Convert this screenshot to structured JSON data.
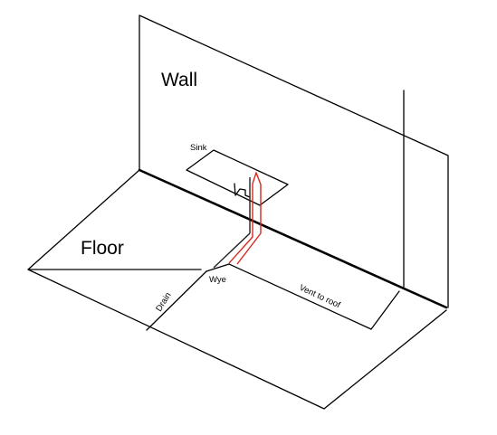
{
  "labels": {
    "wall": "Wall",
    "floor": "Floor",
    "sink": "Sink",
    "drain": "Drain",
    "wye": "Wye",
    "vent": "Vent to roof"
  },
  "colors": {
    "lines": "#000000",
    "vent_pipe": "#d8281e",
    "background": "#ffffff"
  }
}
